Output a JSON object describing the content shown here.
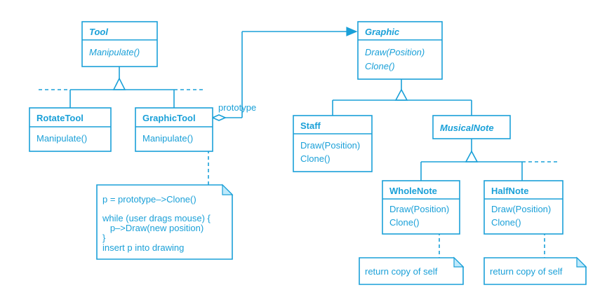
{
  "classes": {
    "tool": {
      "name": "Tool",
      "methods": [
        "Manipulate()"
      ]
    },
    "graphic": {
      "name": "Graphic",
      "methods": [
        "Draw(Position)",
        "Clone()"
      ]
    },
    "rotate_tool": {
      "name": "RotateTool",
      "methods": [
        "Manipulate()"
      ]
    },
    "graphic_tool": {
      "name": "GraphicTool",
      "methods": [
        "Manipulate()"
      ]
    },
    "staff": {
      "name": "Staff",
      "methods": [
        "Draw(Position)",
        "Clone()"
      ]
    },
    "musical_note": {
      "name": "MusicalNote"
    },
    "whole_note": {
      "name": "WholeNote",
      "methods": [
        "Draw(Position)",
        "Clone()"
      ]
    },
    "half_note": {
      "name": "HalfNote",
      "methods": [
        "Draw(Position)",
        "Clone()"
      ]
    }
  },
  "labels": {
    "prototype": "prototype"
  },
  "notes": {
    "graphic_tool_note": [
      "p = prototype–>Clone()",
      "while (user drags mouse) {",
      "   p–>Draw(new position)",
      "}",
      "insert p into drawing"
    ],
    "whole_note_note": "return copy of self",
    "half_note_note": "return copy of self"
  },
  "colors": {
    "ink": "#1aa0d8",
    "fold_fill": "#bfe9fb",
    "background": "#ffffff"
  }
}
